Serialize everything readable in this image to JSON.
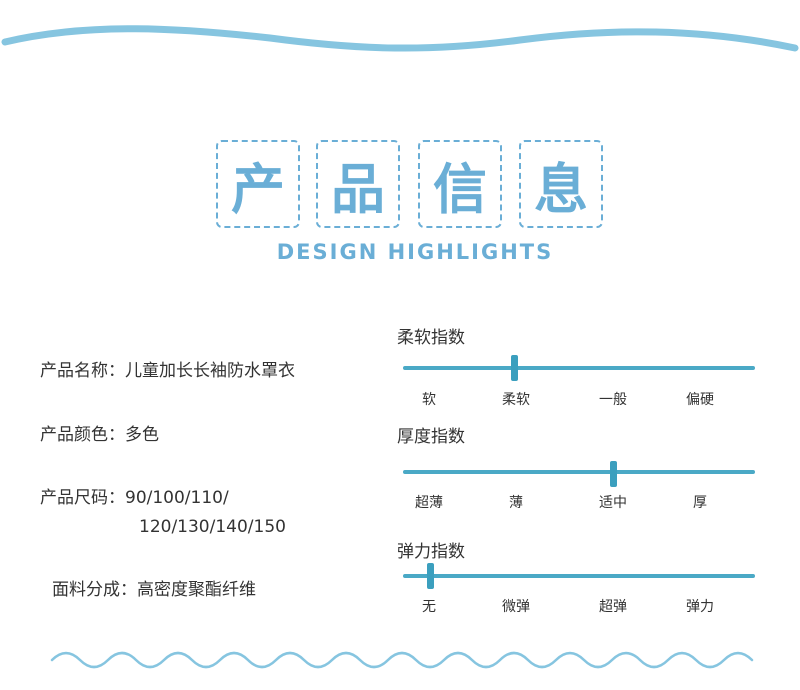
{
  "header": {
    "title_chars": [
      "产",
      "品",
      "信",
      "息"
    ],
    "subtitle": "DESIGN HIGHLIGHTS"
  },
  "product": {
    "name": "产品名称：儿童加长长袖防水罩衣",
    "color": "产品颜色：多色",
    "size_line1": "产品尺码：90/100/110/",
    "size_line2": "120/130/140/150",
    "fabric": "面料分成：高密度聚酯纤维"
  },
  "indices": [
    {
      "title": "柔软指数",
      "labels": [
        "软",
        "柔软",
        "一般",
        "偏硬"
      ],
      "selected_level": 1
    },
    {
      "title": "厚度指数",
      "labels": [
        "超薄",
        "薄",
        "适中",
        "厚"
      ],
      "selected_level": 2
    },
    {
      "title": "弹力指数",
      "labels": [
        "无",
        "微弹",
        "超弹",
        "弹力"
      ],
      "selected_level": 0
    }
  ],
  "colors": {
    "accent": "#6aaed6",
    "track": "#4aa9c6",
    "wave": "#86c5e0"
  }
}
